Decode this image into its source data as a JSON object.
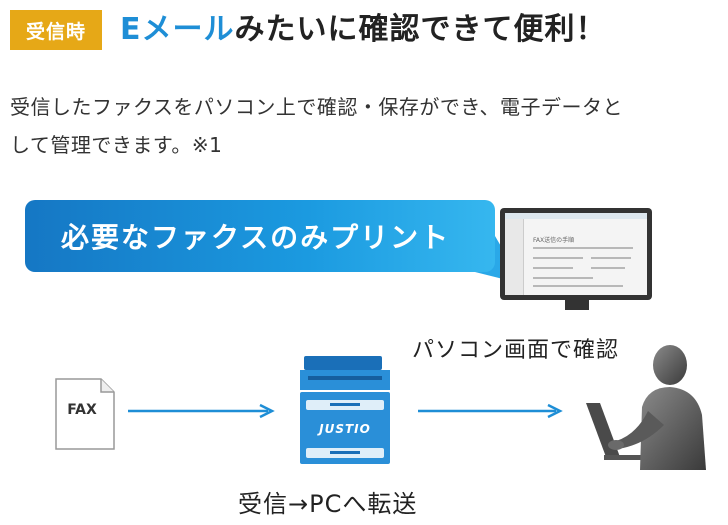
{
  "badge": {
    "label": "受信時"
  },
  "headline": {
    "accent": "Eメール",
    "rest": "みたいに確認できて便利！"
  },
  "description": {
    "line1": "受信したファクスをパソコン上で確認・保存ができ、電子データと",
    "line2": "して管理できます。※1"
  },
  "banner": {
    "text": "必要なファクスのみプリント"
  },
  "monitor": {
    "doc_title": "FAX送信の手順"
  },
  "pc_caption": "パソコン画面で確認",
  "fax_doc": {
    "label": "FAX"
  },
  "printer": {
    "brand": "JUSTIO"
  },
  "flow_caption": "受信→PCへ転送",
  "colors": {
    "accent": "#1e8ed6",
    "badge": "#e6a817",
    "arrow": "#1e8ed6",
    "printer": "#2a8fd8"
  },
  "icons": [
    "fax-document-icon",
    "arrow-right-icon",
    "multifunction-printer-icon",
    "monitor-icon",
    "person-at-computer-icon"
  ]
}
